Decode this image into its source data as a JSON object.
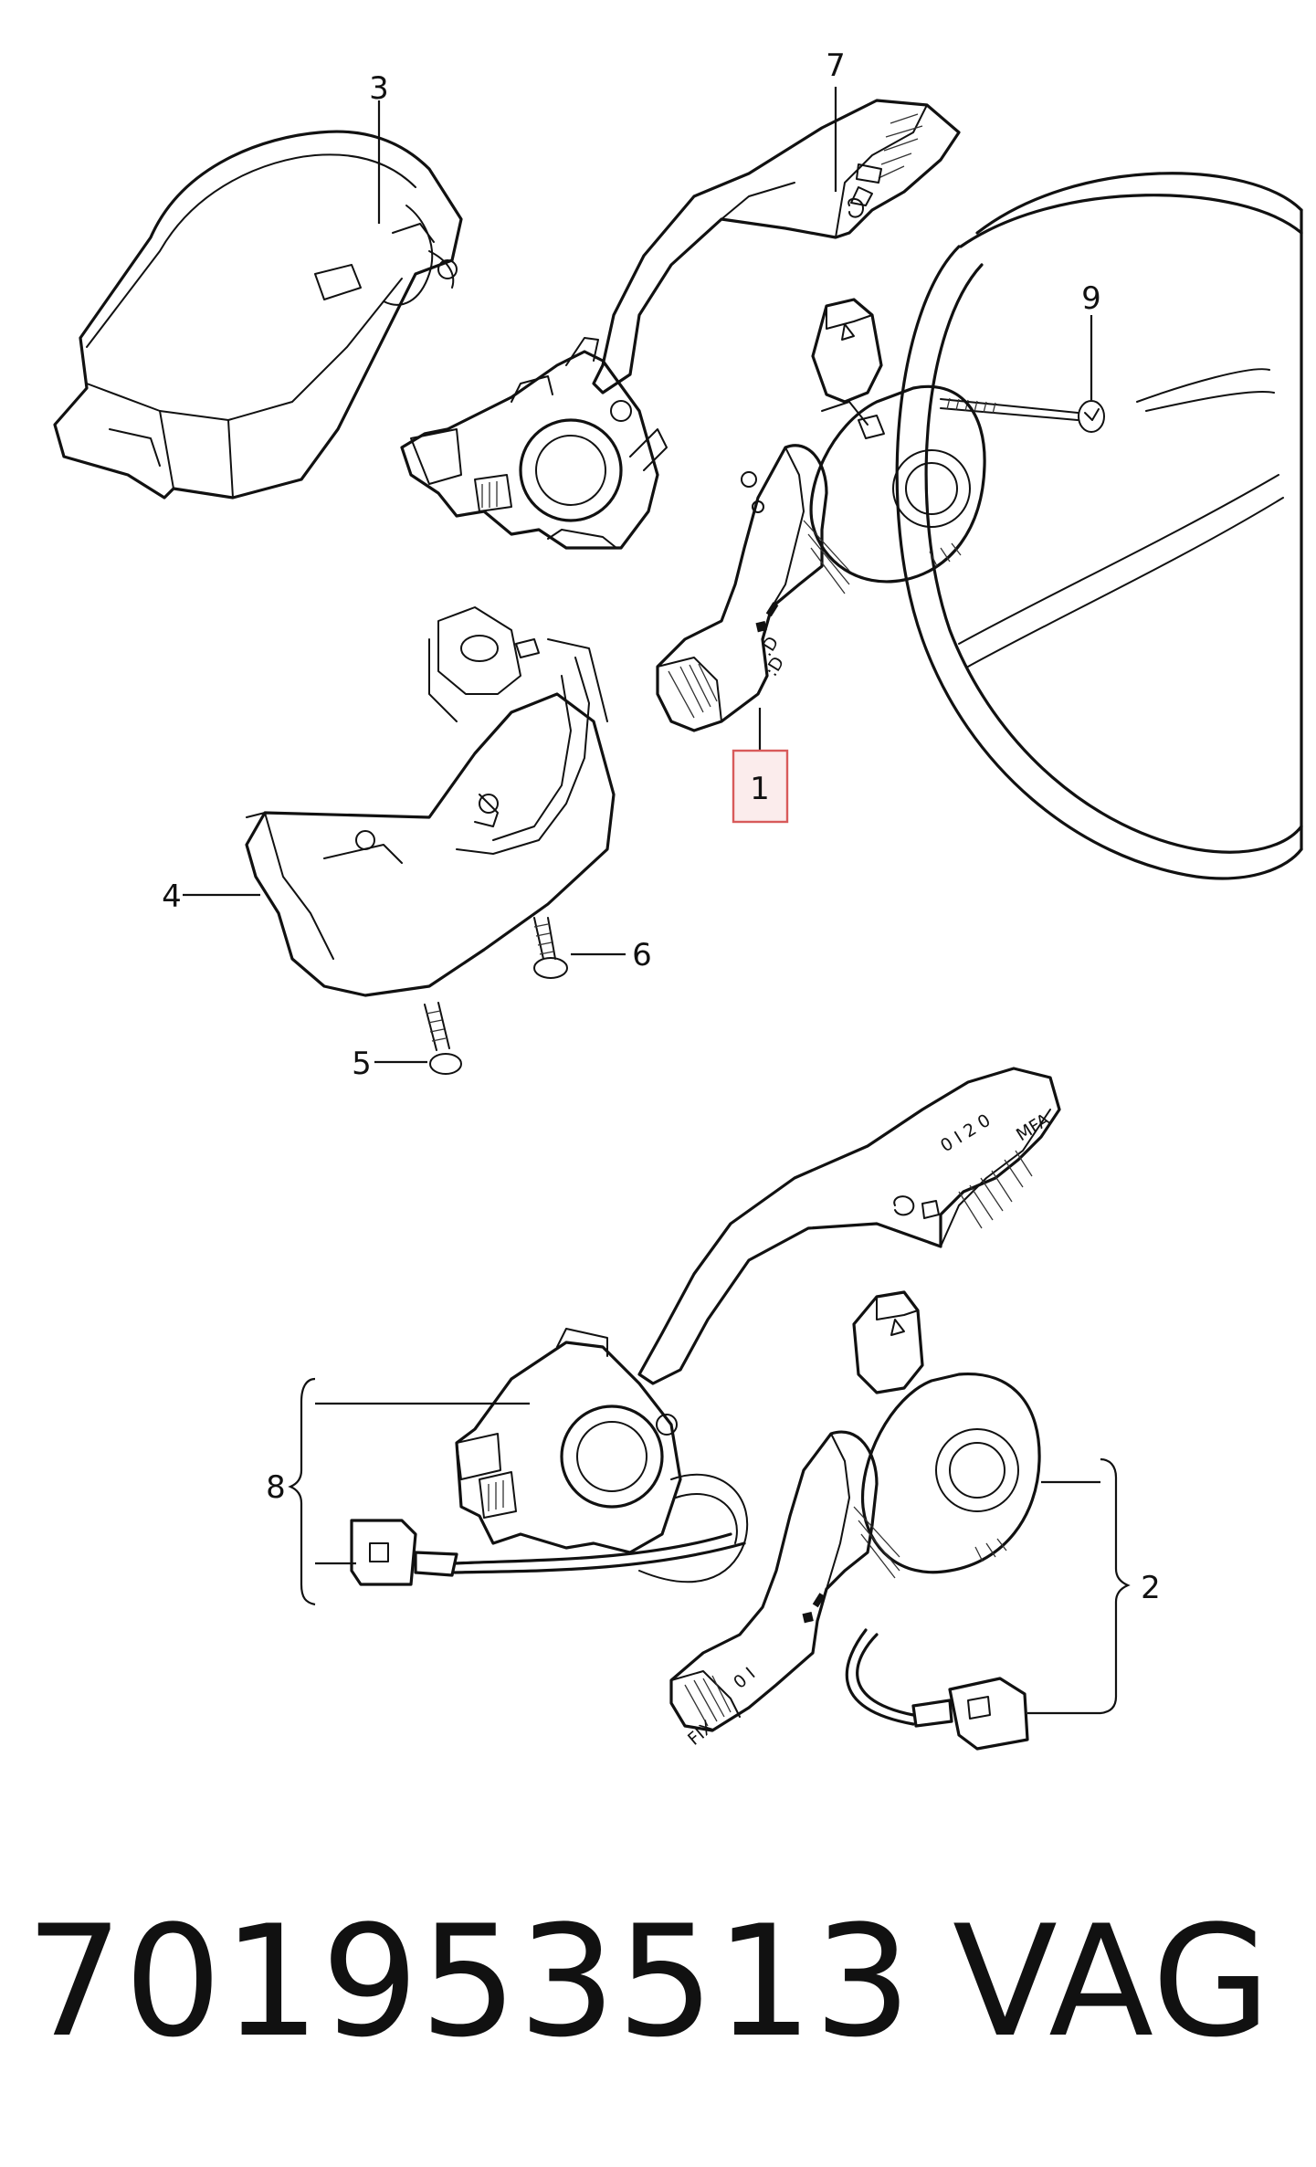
{
  "diagram": {
    "callouts": [
      {
        "id": "1",
        "highlighted": true
      },
      {
        "id": "2"
      },
      {
        "id": "3"
      },
      {
        "id": "4"
      },
      {
        "id": "5"
      },
      {
        "id": "6"
      },
      {
        "id": "7"
      },
      {
        "id": "8"
      },
      {
        "id": "9"
      }
    ],
    "switch_markings": {
      "wiper_positions": "0 I 2 0",
      "mfa": "MFA",
      "turn_positions": "0 I",
      "fix": "FIX"
    },
    "highlight_color": "#d85a5a"
  },
  "footer": {
    "part_number": "701953513",
    "brand": "VAG"
  }
}
